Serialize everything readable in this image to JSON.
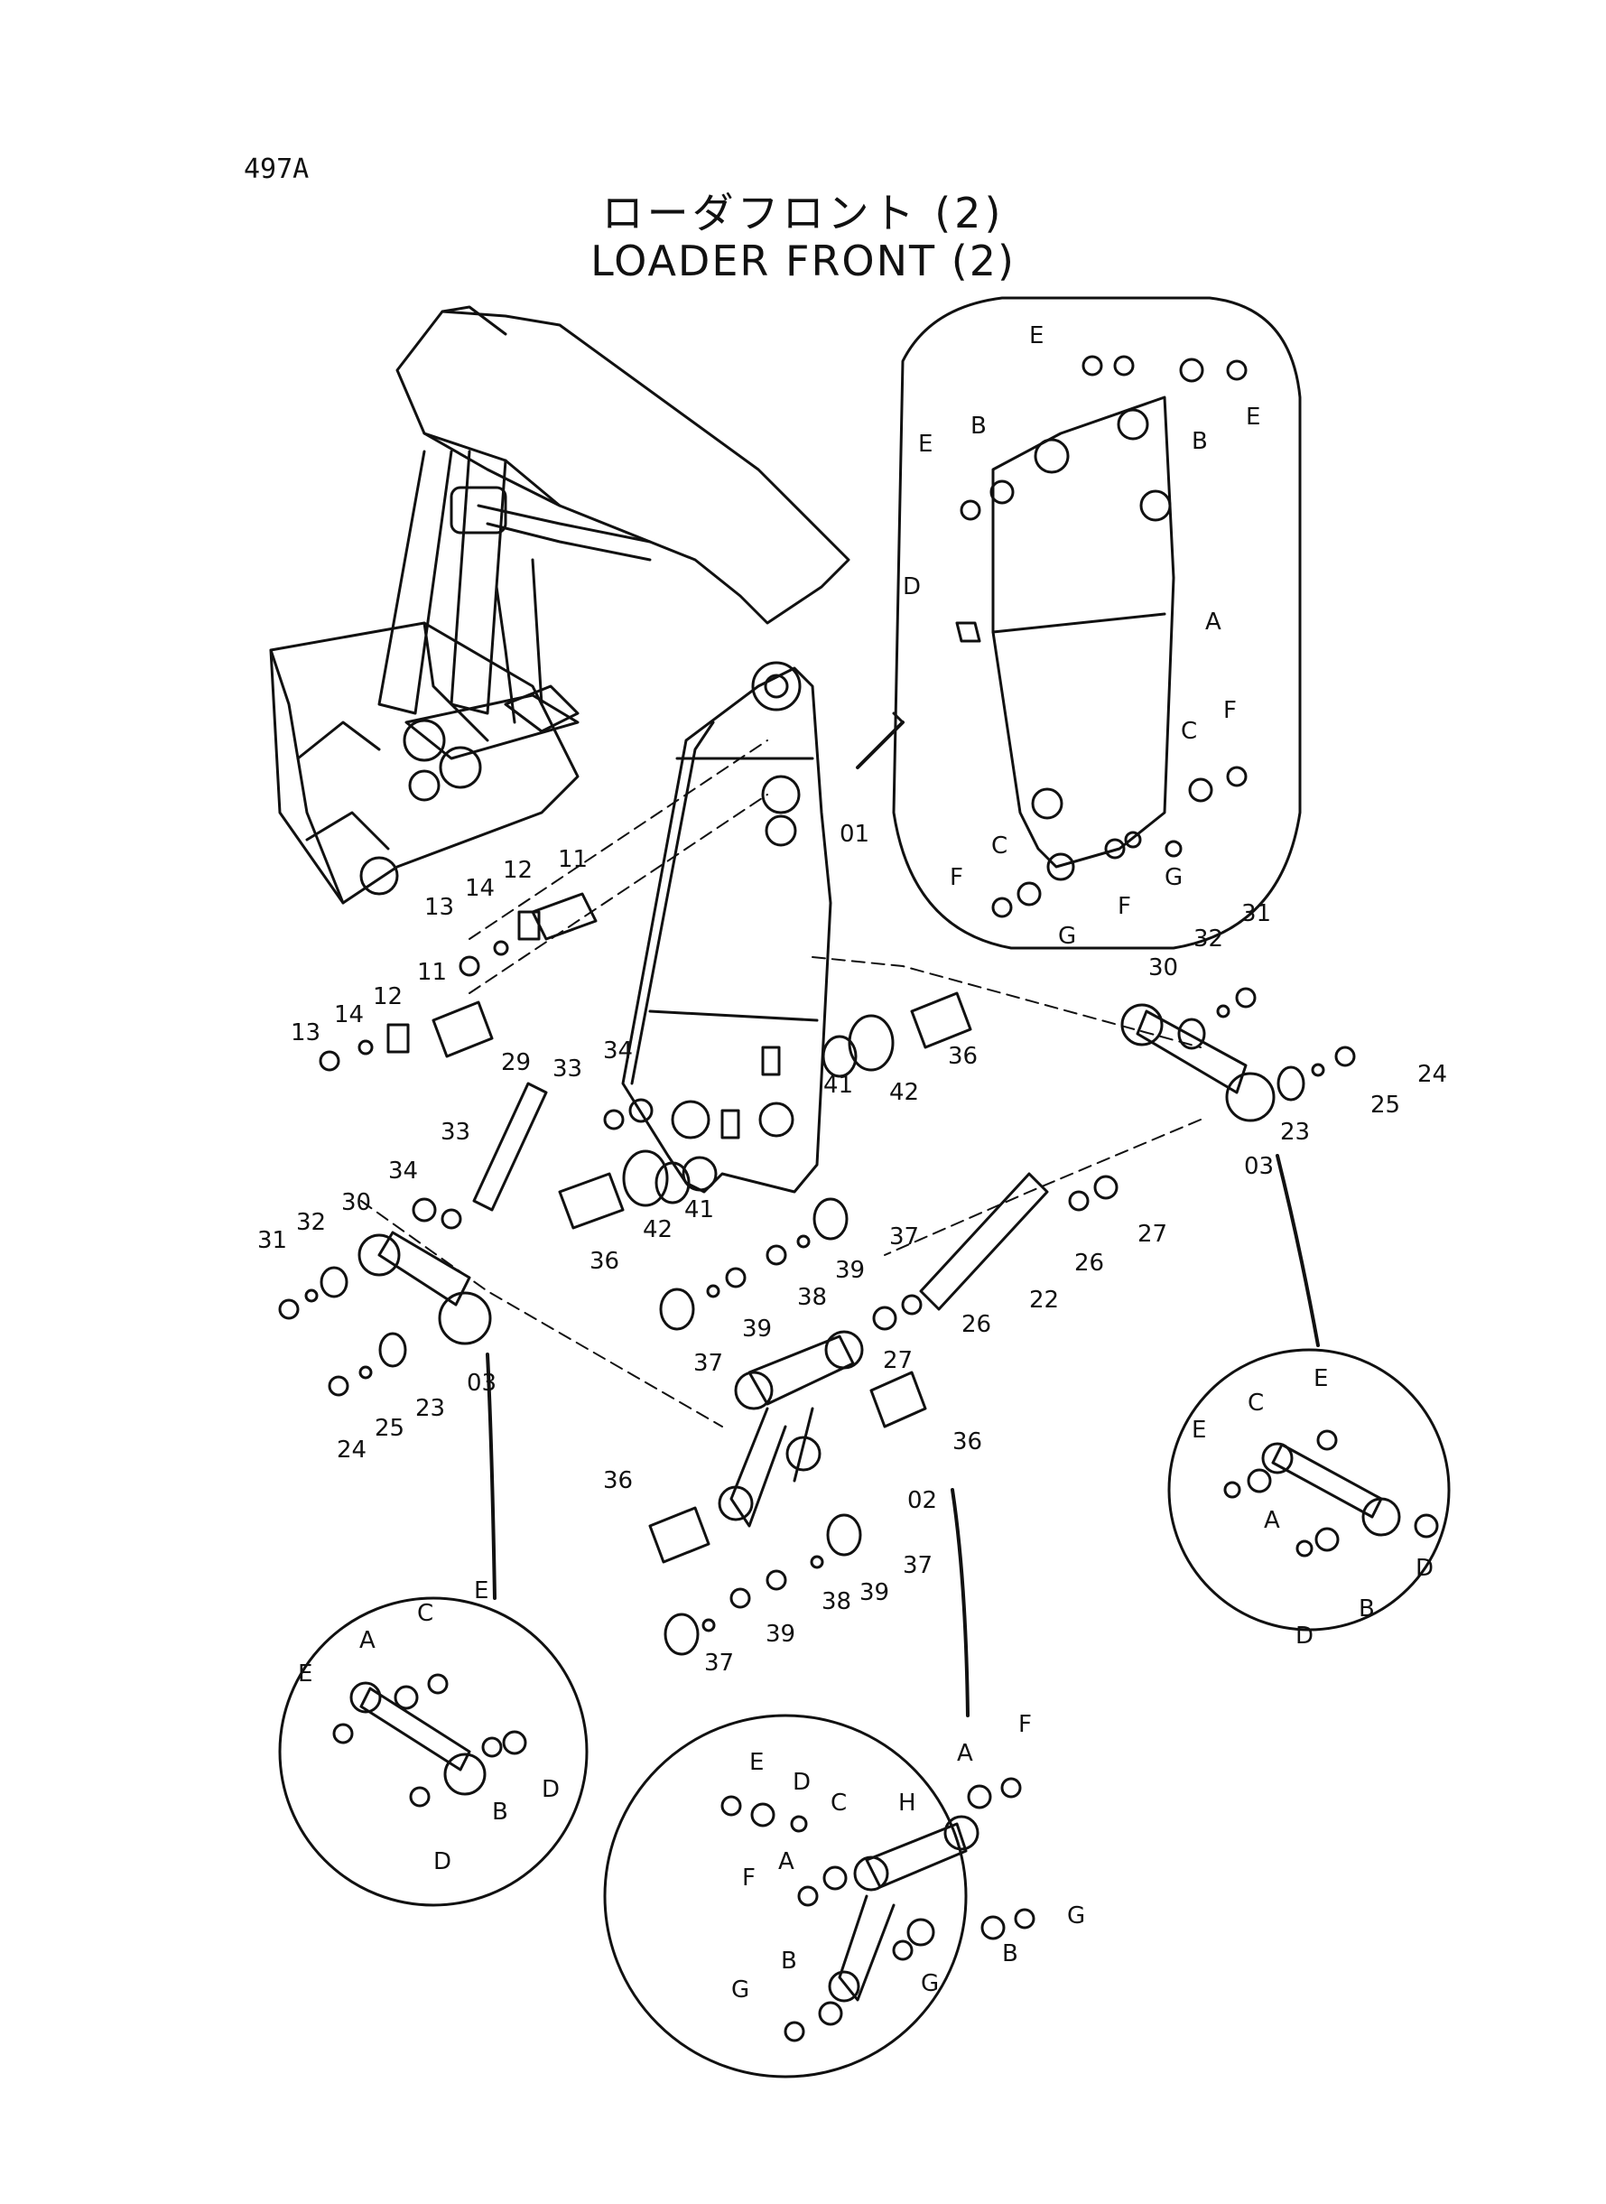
{
  "page_number": "497A",
  "title_jp": "ローダフロント (2)",
  "title_en": "LOADER FRONT (2)",
  "callouts": [
    {
      "id": "c-01a",
      "label": "01"
    },
    {
      "id": "c-02",
      "label": "02"
    },
    {
      "id": "c-03r",
      "label": "03"
    },
    {
      "id": "c-03l",
      "label": "03"
    },
    {
      "id": "c-11a",
      "label": "11"
    },
    {
      "id": "c-11b",
      "label": "11"
    },
    {
      "id": "c-12a",
      "label": "12"
    },
    {
      "id": "c-12b",
      "label": "12"
    },
    {
      "id": "c-13a",
      "label": "13"
    },
    {
      "id": "c-13b",
      "label": "13"
    },
    {
      "id": "c-14a",
      "label": "14"
    },
    {
      "id": "c-14b",
      "label": "14"
    },
    {
      "id": "c-22",
      "label": "22"
    },
    {
      "id": "c-23r",
      "label": "23"
    },
    {
      "id": "c-23l",
      "label": "23"
    },
    {
      "id": "c-24r",
      "label": "24"
    },
    {
      "id": "c-24l",
      "label": "24"
    },
    {
      "id": "c-25r",
      "label": "25"
    },
    {
      "id": "c-25l",
      "label": "25"
    },
    {
      "id": "c-26a",
      "label": "26"
    },
    {
      "id": "c-26b",
      "label": "26"
    },
    {
      "id": "c-27a",
      "label": "27"
    },
    {
      "id": "c-27b",
      "label": "27"
    },
    {
      "id": "c-29",
      "label": "29"
    },
    {
      "id": "c-30r",
      "label": "30"
    },
    {
      "id": "c-30l",
      "label": "30"
    },
    {
      "id": "c-31r",
      "label": "31"
    },
    {
      "id": "c-31l",
      "label": "31"
    },
    {
      "id": "c-32r",
      "label": "32"
    },
    {
      "id": "c-32l",
      "label": "32"
    },
    {
      "id": "c-33a",
      "label": "33"
    },
    {
      "id": "c-33b",
      "label": "33"
    },
    {
      "id": "c-34a",
      "label": "34"
    },
    {
      "id": "c-34b",
      "label": "34"
    },
    {
      "id": "c-36a",
      "label": "36"
    },
    {
      "id": "c-36b",
      "label": "36"
    },
    {
      "id": "c-36c",
      "label": "36"
    },
    {
      "id": "c-36d",
      "label": "36"
    },
    {
      "id": "c-37a",
      "label": "37"
    },
    {
      "id": "c-37b",
      "label": "37"
    },
    {
      "id": "c-37c",
      "label": "37"
    },
    {
      "id": "c-37d",
      "label": "37"
    },
    {
      "id": "c-38a",
      "label": "38"
    },
    {
      "id": "c-38b",
      "label": "38"
    },
    {
      "id": "c-39a",
      "label": "39"
    },
    {
      "id": "c-39b",
      "label": "39"
    },
    {
      "id": "c-39c",
      "label": "39"
    },
    {
      "id": "c-39d",
      "label": "39"
    },
    {
      "id": "c-41a",
      "label": "41"
    },
    {
      "id": "c-41b",
      "label": "41"
    },
    {
      "id": "c-42a",
      "label": "42"
    },
    {
      "id": "c-42b",
      "label": "42"
    }
  ],
  "detail_letters": {
    "A": "A",
    "B": "B",
    "C": "C",
    "D": "D",
    "E": "E",
    "F": "F",
    "G": "G",
    "H": "H"
  }
}
